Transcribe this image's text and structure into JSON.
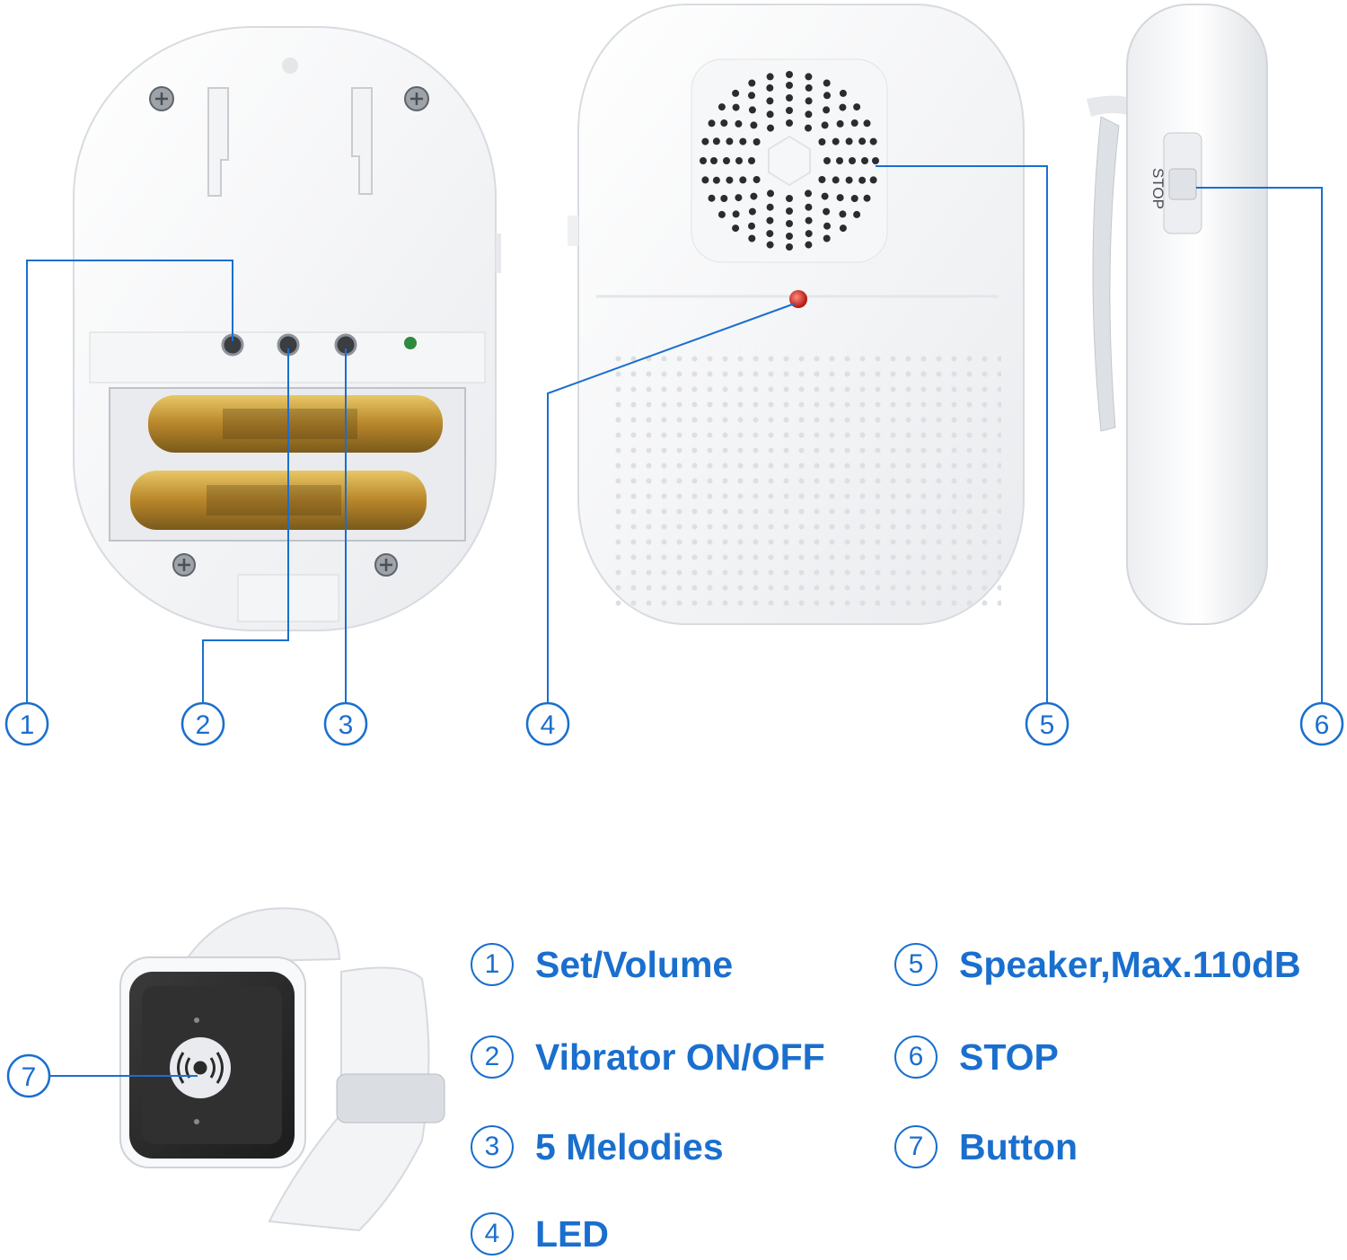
{
  "callouts": [
    "1",
    "2",
    "3",
    "4",
    "5",
    "6",
    "7"
  ],
  "device_labels": {
    "stop_switch": "STOP"
  },
  "legend": [
    {
      "num": "1",
      "text": "Set/Volume"
    },
    {
      "num": "2",
      "text": "Vibrator ON/OFF"
    },
    {
      "num": "3",
      "text": "5 Melodies"
    },
    {
      "num": "4",
      "text": "LED"
    },
    {
      "num": "5",
      "text": "Speaker,Max.110dB"
    },
    {
      "num": "6",
      "text": "STOP"
    },
    {
      "num": "7",
      "text": "Button"
    }
  ],
  "colors": {
    "accent": "#1a6fce",
    "led": "#d9261c",
    "battery": "#c9a033",
    "screen": "#2b2b2b"
  }
}
